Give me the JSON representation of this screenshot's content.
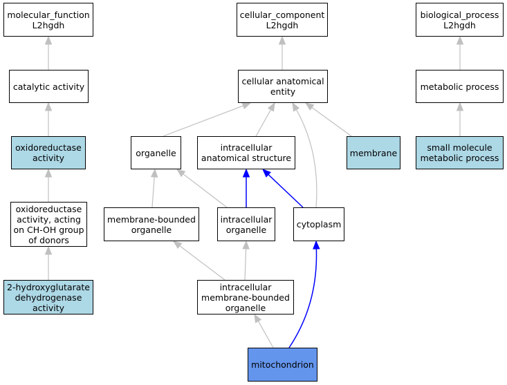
{
  "colors": {
    "plain": "#ffffff",
    "highlight": "#add8e6",
    "selected": "#6495ed",
    "edge_gray": "#c0c0c0",
    "edge_blue": "#0000ff"
  },
  "nodes": {
    "mf_root": {
      "label": "molecular_function\nL2hgdh",
      "style": "plain"
    },
    "cat": {
      "label": "catalytic activity",
      "style": "plain"
    },
    "oxred": {
      "label": "oxidoreductase\nactivity",
      "style": "highlight"
    },
    "oxred_ch": {
      "label": "oxidoreductase\nactivity, acting\non CH-OH group\nof donors",
      "style": "plain"
    },
    "hgdh": {
      "label": "2-hydroxyglutarate\ndehydrogenase\nactivity",
      "style": "highlight"
    },
    "cc_root": {
      "label": "cellular_component\nL2hgdh",
      "style": "plain"
    },
    "cae": {
      "label": "cellular anatomical\nentity",
      "style": "plain"
    },
    "organelle": {
      "label": "organelle",
      "style": "plain"
    },
    "ias": {
      "label": "intracellular\nanatomical structure",
      "style": "plain"
    },
    "membrane": {
      "label": "membrane",
      "style": "highlight"
    },
    "mbo": {
      "label": "membrane-bounded\norganelle",
      "style": "plain"
    },
    "io": {
      "label": "intracellular\norganelle",
      "style": "plain"
    },
    "cyto": {
      "label": "cytoplasm",
      "style": "plain"
    },
    "imbo": {
      "label": "intracellular\nmembrane-bounded\norganelle",
      "style": "plain"
    },
    "mito": {
      "label": "mitochondrion",
      "style": "selected"
    },
    "bp_root": {
      "label": "biological_process\nL2hgdh",
      "style": "plain"
    },
    "metab": {
      "label": "metabolic process",
      "style": "plain"
    },
    "smmp": {
      "label": "small molecule\nmetabolic process",
      "style": "highlight"
    }
  },
  "edges": [
    {
      "from": "cat",
      "to": "mf_root",
      "color": "gray"
    },
    {
      "from": "oxred",
      "to": "cat",
      "color": "gray"
    },
    {
      "from": "oxred_ch",
      "to": "oxred",
      "color": "gray"
    },
    {
      "from": "hgdh",
      "to": "oxred_ch",
      "color": "gray"
    },
    {
      "from": "cae",
      "to": "cc_root",
      "color": "gray"
    },
    {
      "from": "organelle",
      "to": "cae",
      "color": "gray"
    },
    {
      "from": "ias",
      "to": "cae",
      "color": "gray"
    },
    {
      "from": "membrane",
      "to": "cae",
      "color": "gray"
    },
    {
      "from": "cyto",
      "to": "cae",
      "color": "gray"
    },
    {
      "from": "mbo",
      "to": "organelle",
      "color": "gray"
    },
    {
      "from": "io",
      "to": "organelle",
      "color": "gray"
    },
    {
      "from": "io",
      "to": "ias",
      "color": "blue"
    },
    {
      "from": "cyto",
      "to": "ias",
      "color": "blue"
    },
    {
      "from": "imbo",
      "to": "mbo",
      "color": "gray"
    },
    {
      "from": "imbo",
      "to": "io",
      "color": "gray"
    },
    {
      "from": "mito",
      "to": "imbo",
      "color": "gray"
    },
    {
      "from": "mito",
      "to": "cyto",
      "color": "blue"
    },
    {
      "from": "metab",
      "to": "bp_root",
      "color": "gray"
    },
    {
      "from": "smmp",
      "to": "metab",
      "color": "gray"
    }
  ]
}
